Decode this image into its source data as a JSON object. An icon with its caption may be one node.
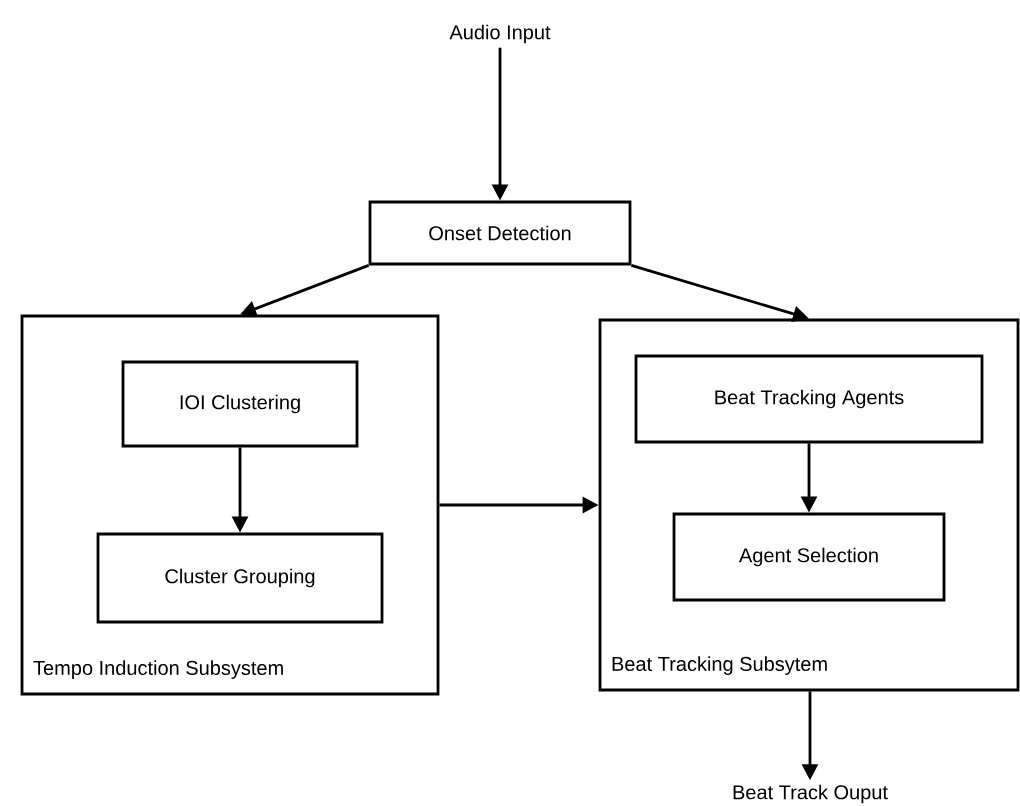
{
  "diagram": {
    "nodes": [
      {
        "text": [
          "Audio Input"
        ]
      },
      {
        "text": [
          "Onset Detection"
        ]
      },
      {
        "text": [
          "Tempo Induction Subsystem"
        ]
      },
      {
        "text": [
          "IOI Clustering"
        ],
        "in": 2
      },
      {
        "text": [
          "Cluster Grouping"
        ],
        "in": 2
      },
      {
        "text": [
          "Beat Tracking Subsytem"
        ]
      },
      {
        "text": [
          "Beat Tracking Agents"
        ],
        "in": 5
      },
      {
        "text": [
          "Agent Selection"
        ],
        "in": 5
      },
      {
        "text": [
          "Beat Track Ouput"
        ]
      }
    ],
    "edges": [
      {
        "from": 0,
        "to": 1,
        "arrow": "to"
      },
      {
        "from": 1,
        "to": 2,
        "arrow": "to"
      },
      {
        "from": 1,
        "to": 5,
        "arrow": "to"
      },
      {
        "from": 3,
        "to": 4,
        "arrow": "to"
      },
      {
        "from": 2,
        "to": 5,
        "arrow": "to"
      },
      {
        "from": 6,
        "to": 7,
        "arrow": "to"
      },
      {
        "from": 5,
        "to": 8,
        "arrow": "to"
      }
    ]
  }
}
